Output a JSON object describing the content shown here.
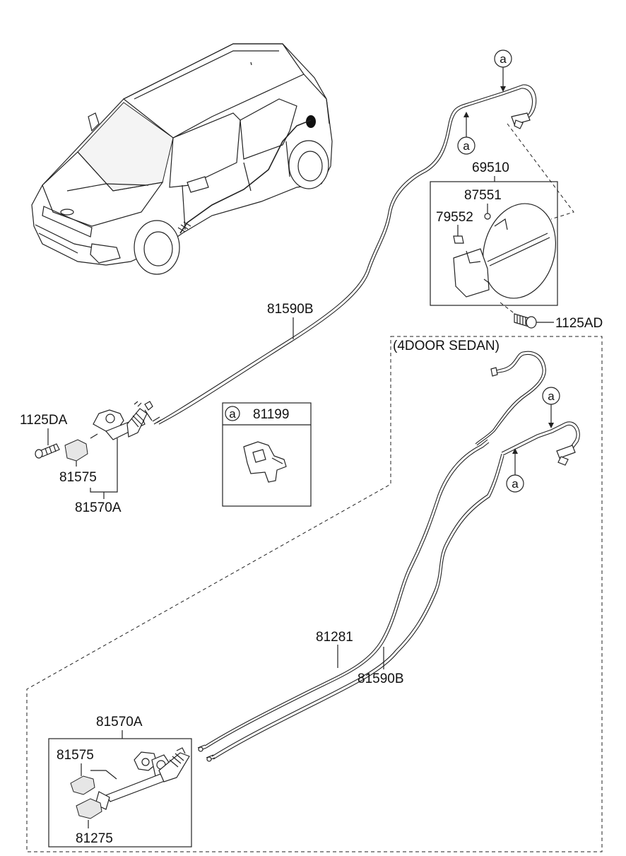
{
  "labels": {
    "p81590B_top": "81590B",
    "p69510": "69510",
    "p87551": "87551",
    "p79552": "79552",
    "p1125AD": "1125AD",
    "p1125DA": "1125DA",
    "p81575_top": "81575",
    "p81570A_top": "81570A",
    "p81199": "81199",
    "sedan_title": "(4DOOR SEDAN)",
    "p81281": "81281",
    "p81590B_bottom": "81590B",
    "p81570A_bottom": "81570A",
    "p81575_bottom": "81575",
    "p81275": "81275"
  },
  "callouts": {
    "a1": "a",
    "a2": "a",
    "a3": "a",
    "a4": "a",
    "a5": "a"
  }
}
